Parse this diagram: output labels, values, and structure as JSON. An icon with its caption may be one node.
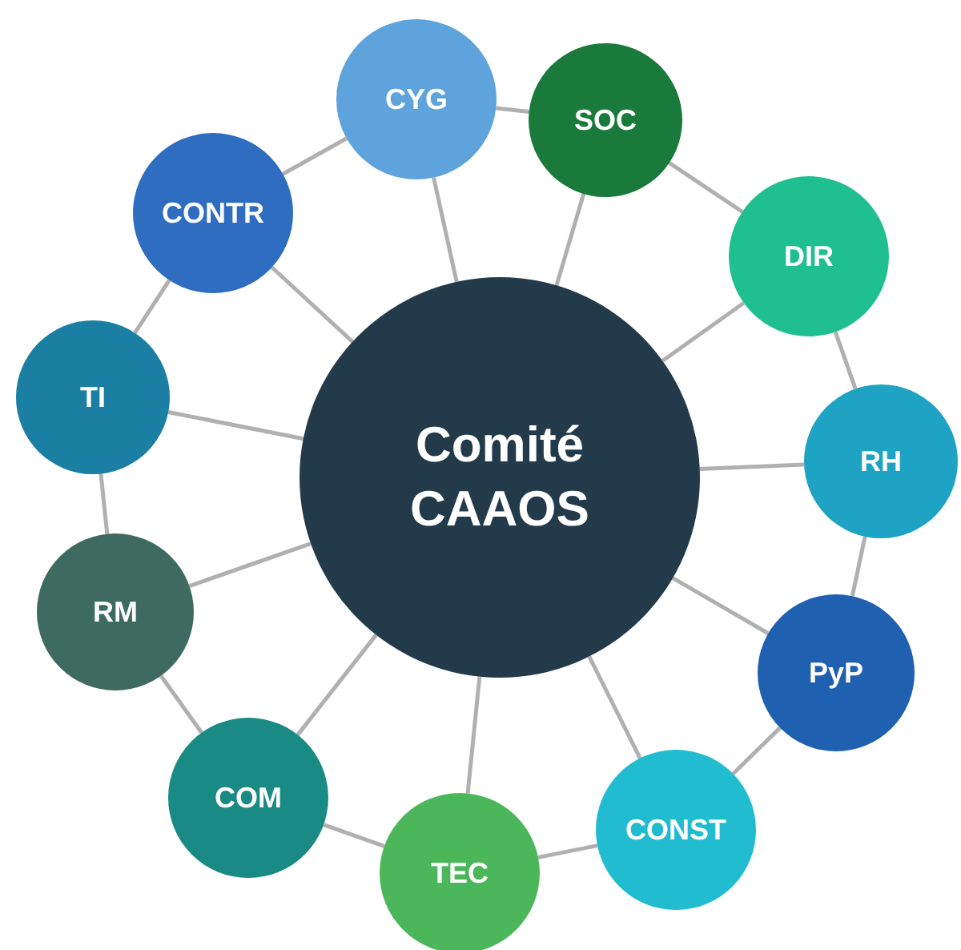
{
  "diagram": {
    "nodes": [
      {
        "text": [
          "Comité CAAOS"
        ]
      },
      {
        "text": [
          "CYG"
        ]
      },
      {
        "text": [
          "SOC"
        ]
      },
      {
        "text": [
          "DIR"
        ]
      },
      {
        "text": [
          "RH"
        ]
      },
      {
        "text": [
          "PyP"
        ]
      },
      {
        "text": [
          "CONST"
        ]
      },
      {
        "text": [
          "TEC"
        ]
      },
      {
        "text": [
          "COM"
        ]
      },
      {
        "text": [
          "RM"
        ]
      },
      {
        "text": [
          "TI"
        ]
      },
      {
        "text": [
          "CONTR"
        ]
      }
    ],
    "edges": [
      {
        "from": 0,
        "to": 1,
        "arrow": "none"
      },
      {
        "from": 0,
        "to": 2,
        "arrow": "none"
      },
      {
        "from": 0,
        "to": 3,
        "arrow": "none"
      },
      {
        "from": 0,
        "to": 4,
        "arrow": "none"
      },
      {
        "from": 0,
        "to": 5,
        "arrow": "none"
      },
      {
        "from": 0,
        "to": 6,
        "arrow": "none"
      },
      {
        "from": 0,
        "to": 7,
        "arrow": "none"
      },
      {
        "from": 0,
        "to": 8,
        "arrow": "none"
      },
      {
        "from": 0,
        "to": 9,
        "arrow": "none"
      },
      {
        "from": 0,
        "to": 10,
        "arrow": "none"
      },
      {
        "from": 0,
        "to": 11,
        "arrow": "none"
      },
      {
        "from": 1,
        "to": 2,
        "arrow": "none"
      },
      {
        "from": 2,
        "to": 3,
        "arrow": "none"
      },
      {
        "from": 3,
        "to": 4,
        "arrow": "none"
      },
      {
        "from": 4,
        "to": 5,
        "arrow": "none"
      },
      {
        "from": 5,
        "to": 6,
        "arrow": "none"
      },
      {
        "from": 6,
        "to": 7,
        "arrow": "none"
      },
      {
        "from": 7,
        "to": 8,
        "arrow": "none"
      },
      {
        "from": 8,
        "to": 9,
        "arrow": "none"
      },
      {
        "from": 9,
        "to": 10,
        "arrow": "none"
      },
      {
        "from": 10,
        "to": 11,
        "arrow": "none"
      },
      {
        "from": 11,
        "to": 1,
        "arrow": "none"
      }
    ]
  }
}
